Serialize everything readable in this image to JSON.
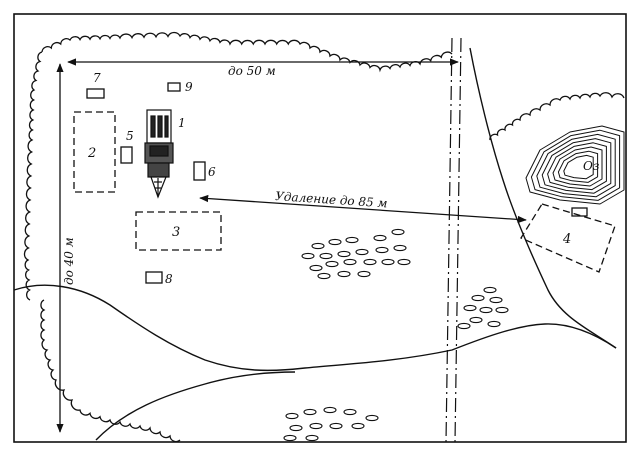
{
  "dimensions": {
    "width_label": "до 50 м",
    "height_label": "до 40 м",
    "distance_label": "Удаление до 85 м"
  },
  "objects": [
    {
      "id": "1",
      "label": "1"
    },
    {
      "id": "2",
      "label": "2"
    },
    {
      "id": "3",
      "label": "3"
    },
    {
      "id": "4",
      "label": "4"
    },
    {
      "id": "5",
      "label": "5"
    },
    {
      "id": "6",
      "label": "6"
    },
    {
      "id": "7",
      "label": "7"
    },
    {
      "id": "8",
      "label": "8"
    },
    {
      "id": "9",
      "label": "9"
    }
  ],
  "lake": {
    "label": "Оз"
  }
}
